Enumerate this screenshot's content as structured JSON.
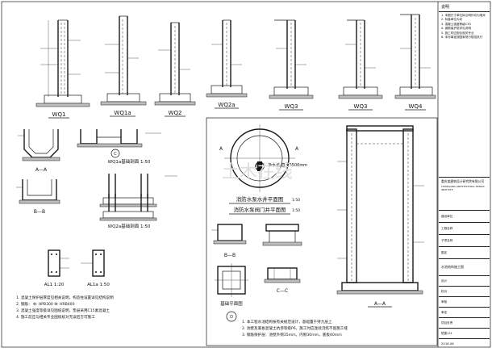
{
  "wall_sections": [
    {
      "id": "wq1",
      "label": "WQ1"
    },
    {
      "id": "wq1a",
      "label": "WQ1a"
    },
    {
      "id": "wq2",
      "label": "WQ2"
    },
    {
      "id": "wq2a",
      "label": "WQ2a"
    },
    {
      "id": "wq3",
      "label": "WQ3"
    },
    {
      "id": "wq3b",
      "label": "WQ3"
    },
    {
      "id": "wq4",
      "label": "WQ4"
    }
  ],
  "left_details": {
    "aa": "A—A",
    "bb": "B—B",
    "c": "C",
    "wq1_detail": "WQ1a基础剖面 1:50",
    "wq2_detail": "WQ2a基础剖面 1:50",
    "al1": "AL1  1:20",
    "al1a": "AL1a 1:50"
  },
  "notes_left": [
    "1. 混凝土保护层厚度见相关说明，构造柱设置详见结构说明",
    "2. 钢筋： Φ: HPB300      Φ: HRB400",
    "3. 混凝土强度等级详见图纸说明，垫层采用C15素混凝土",
    "4. 施工前应与相关专业图纸核对无误后方可施工"
  ],
  "tank_plan": {
    "a_left": "A",
    "a_right": "A",
    "dim": "净水池,直径3500mm",
    "title1": "消防水泵水井平面图",
    "title1_scale": "1:50",
    "title2": "消防水泵阀门井平面图",
    "title2_scale": "1:50"
  },
  "small_sections": {
    "bb": "B—B",
    "cc": "C—C",
    "plan": "基础平面图",
    "d": "D"
  },
  "right_section": {
    "label": "A—A"
  },
  "notes_bottom": [
    "1. 本工程水池结构按有关规范设计，基础置于持力层上",
    "2. 池壁及底板混凝土抗渗等级P6，施工时应连续浇筑不留施工缝",
    "3. 钢筋保护层：池壁外侧35mm，内侧30mm，底板40mm"
  ],
  "title_block": {
    "header": "说明",
    "notes": [
      "1. 本图尺寸单位除注明外均为毫米",
      "2. 标高单位为米",
      "3. 混凝土强度等级C30",
      "4. 钢筋保护层详见说明",
      "5. 施工时应配合相关专业",
      "6. 未尽事宜按国家现行规范执行"
    ],
    "company": "重庆某建筑设计研究院有限公司",
    "company_en": "CHONGQING ARCHITECTURAL DESIGN INSTITUTE",
    "rows": [
      "建设单位",
      "工程名称",
      "子项名称",
      "图名",
      "设计",
      "校对",
      "审核",
      "审定",
      "项目负责"
    ],
    "drawing_title": "水池结构施工图",
    "sheet_no": "结施-01",
    "date": "2018.06"
  },
  "watermark": "土木在线"
}
